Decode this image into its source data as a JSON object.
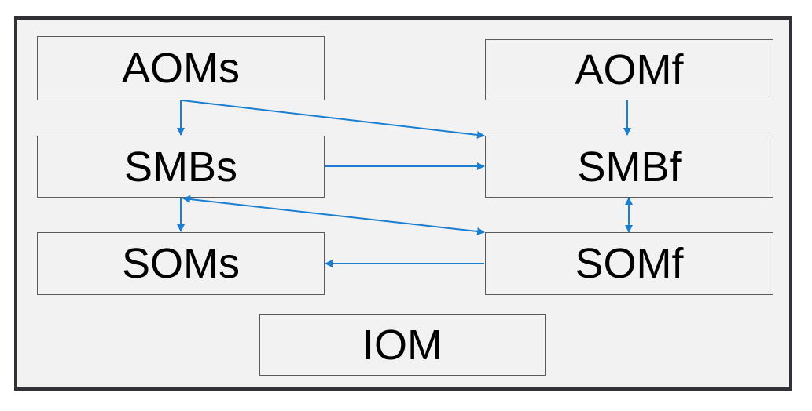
{
  "nodes": {
    "aoms": "AOMs",
    "aomf": "AOMf",
    "smbs": "SMBs",
    "smbf": "SMBf",
    "soms": "SOMs",
    "somf": "SOMf",
    "iom": "IOM"
  },
  "edges": [
    {
      "from": "AOMs",
      "to": "SMBs",
      "direction": "forward"
    },
    {
      "from": "AOMs",
      "to": "SMBf",
      "direction": "forward"
    },
    {
      "from": "AOMf",
      "to": "SMBf",
      "direction": "forward"
    },
    {
      "from": "SMBs",
      "to": "SMBf",
      "direction": "forward"
    },
    {
      "from": "SMBs",
      "to": "SOMs",
      "direction": "forward"
    },
    {
      "from": "SMBs",
      "to": "SOMf",
      "direction": "both"
    },
    {
      "from": "SMBf",
      "to": "SOMf",
      "direction": "both"
    },
    {
      "from": "SOMf",
      "to": "SOMs",
      "direction": "forward"
    }
  ],
  "colors": {
    "frame_border": "#2f3136",
    "frame_fill": "#f2f2f2",
    "node_border": "#5b5b5b",
    "arrow": "#1a7fd1",
    "text": "#000000"
  }
}
